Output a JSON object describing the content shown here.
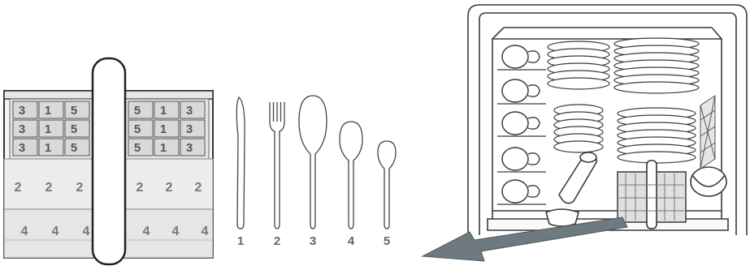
{
  "basket": {
    "slot_rows": [
      [
        "3",
        "1",
        "5",
        "5",
        "1",
        "3"
      ],
      [
        "3",
        "1",
        "5",
        "5",
        "1",
        "3"
      ],
      [
        "3",
        "1",
        "5",
        "5",
        "1",
        "3"
      ]
    ],
    "middle_row": [
      "2",
      "2",
      "2",
      "2",
      "2",
      "2"
    ],
    "bottom_row": [
      "4",
      "4",
      "4",
      "4",
      "4",
      "4"
    ]
  },
  "utensils": [
    {
      "number": "1",
      "icon": "knife-icon"
    },
    {
      "number": "2",
      "icon": "fork-icon"
    },
    {
      "number": "3",
      "icon": "tablespoon-icon"
    },
    {
      "number": "4",
      "icon": "dessert-spoon-icon"
    },
    {
      "number": "5",
      "icon": "teaspoon-icon"
    }
  ],
  "colors": {
    "outline": "#3a3a3a",
    "basket_fill": "#f2f2f2",
    "slot_fill": "#dcdcdc",
    "arrow": "#6f7a80"
  }
}
